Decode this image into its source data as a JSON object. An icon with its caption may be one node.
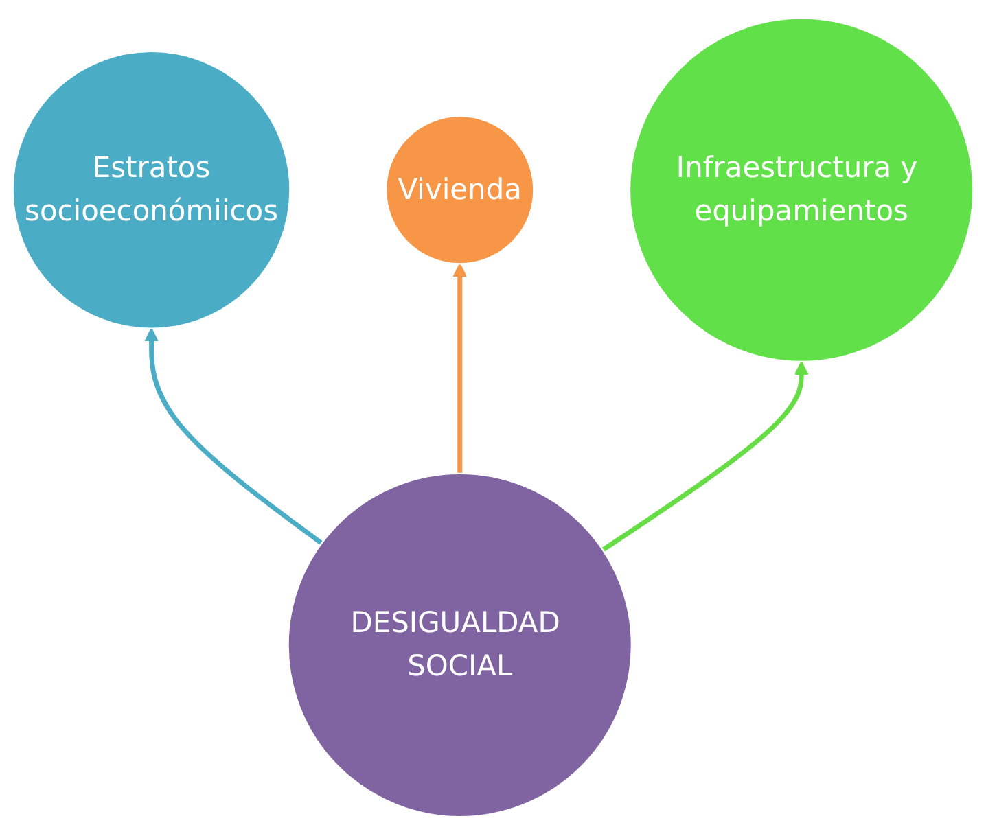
{
  "diagram": {
    "nodes": [
      {
        "text": [
          "Estratos",
          "socioeconómiicos"
        ]
      },
      {
        "text": [
          "DESIGUALDAD SOCIAL"
        ]
      },
      {
        "text": [
          "Vivienda"
        ]
      },
      {
        "text": [
          "Infraestructura y equipamientos"
        ]
      }
    ],
    "edges": [
      {
        "from": 1,
        "to": 0,
        "arrow": "to",
        "color": "#4bacc6"
      },
      {
        "from": 1,
        "to": 2,
        "arrow": "to",
        "color": "#f79646"
      },
      {
        "from": 1,
        "to": 3,
        "arrow": "to",
        "color": "#66dd44"
      }
    ]
  }
}
